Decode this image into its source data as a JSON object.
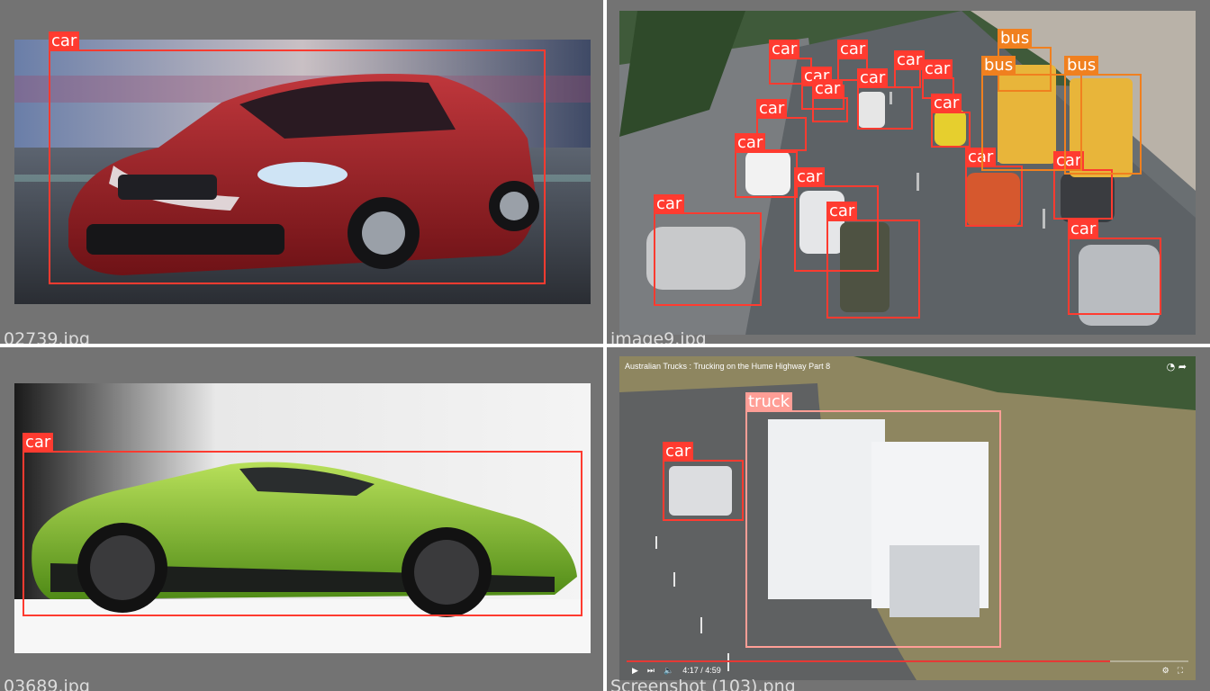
{
  "panels": [
    {
      "filename": "02739.jpg",
      "detections": [
        {
          "label": "car"
        }
      ]
    },
    {
      "filename": "image9.jpg",
      "detections": [
        {
          "label": "car"
        },
        {
          "label": "car"
        },
        {
          "label": "car"
        },
        {
          "label": "car"
        },
        {
          "label": "car"
        },
        {
          "label": "car"
        },
        {
          "label": "car"
        },
        {
          "label": "car"
        },
        {
          "label": "car"
        },
        {
          "label": "car"
        },
        {
          "label": "car"
        },
        {
          "label": "car"
        },
        {
          "label": "car"
        },
        {
          "label": "car"
        },
        {
          "label": "car"
        },
        {
          "label": "car"
        },
        {
          "label": "bus"
        },
        {
          "label": "bus"
        },
        {
          "label": "bus"
        }
      ]
    },
    {
      "filename": "03689.jpg",
      "detections": [
        {
          "label": "car"
        }
      ]
    },
    {
      "filename": "Screenshot (103).png",
      "detections": [
        {
          "label": "truck"
        },
        {
          "label": "car"
        }
      ],
      "video": {
        "title": "Australian Trucks : Trucking on the Hume Highway Part 8",
        "time": "4:17 / 4:59",
        "progress": 0.86
      }
    }
  ],
  "colors": {
    "car_box": "#ff3b30",
    "bus_box": "#f0801f",
    "truck_box": "#ff9e96",
    "panel_bg": "#737373"
  },
  "icons": [
    "clock-icon",
    "share-icon",
    "play-icon",
    "next-icon",
    "volume-icon",
    "settings-icon",
    "fullscreen-icon"
  ]
}
